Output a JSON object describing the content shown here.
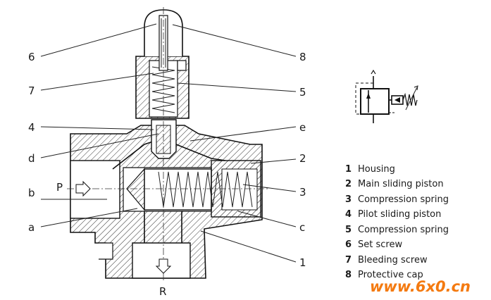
{
  "labels": {
    "n6": "6",
    "n7": "7",
    "n4": "4",
    "nd": "d",
    "nb": "b",
    "nP": "P",
    "na": "a",
    "n8": "8",
    "n5": "5",
    "ne": "e",
    "n2": "2",
    "n3": "3",
    "nc": "c",
    "n1": "1",
    "nR": "R"
  },
  "legend": [
    {
      "num": "1",
      "text": "Housing"
    },
    {
      "num": "2",
      "text": "Main sliding piston"
    },
    {
      "num": "3",
      "text": "Compression spring"
    },
    {
      "num": "4",
      "text": "Pilot sliding piston"
    },
    {
      "num": "5",
      "text": "Compression spring"
    },
    {
      "num": "6",
      "text": "Set screw"
    },
    {
      "num": "7",
      "text": "Bleeding screw"
    },
    {
      "num": "8",
      "text": "Protective cap"
    }
  ],
  "watermark": "www.6x0.cn"
}
